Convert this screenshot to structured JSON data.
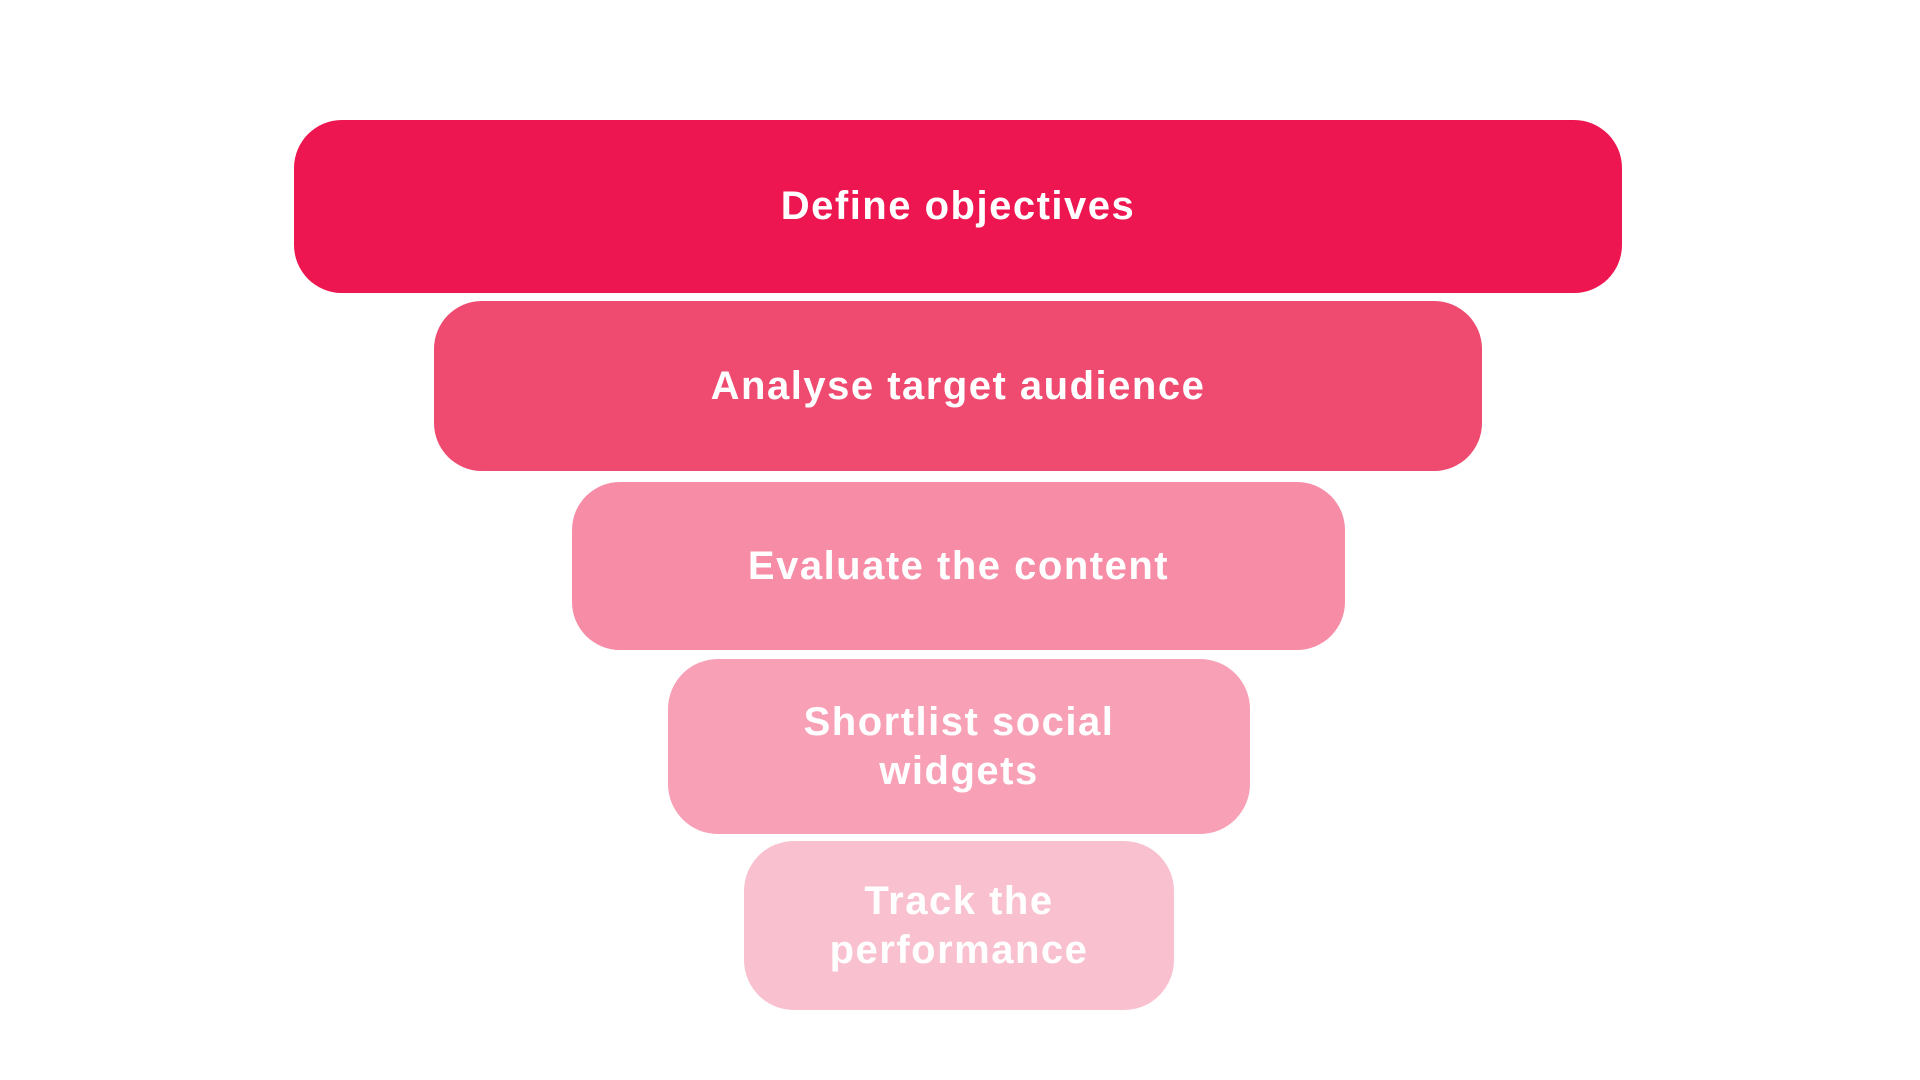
{
  "page": {
    "background_color": "#FFFFFF",
    "text_color": "#FFFFFF"
  },
  "funnel": {
    "type": "funnel-diagram",
    "steps": [
      {
        "label": "Define objectives",
        "color": "#ED1650"
      },
      {
        "label": "Analyse target audience",
        "color": "#EF4A70"
      },
      {
        "label": "Evaluate the content",
        "color": "#F78CA6"
      },
      {
        "label": "Shortlist social\nwidgets",
        "color": "#F8A0B6"
      },
      {
        "label": "Track the\nperformance",
        "color": "#F9C1CF"
      }
    ]
  }
}
